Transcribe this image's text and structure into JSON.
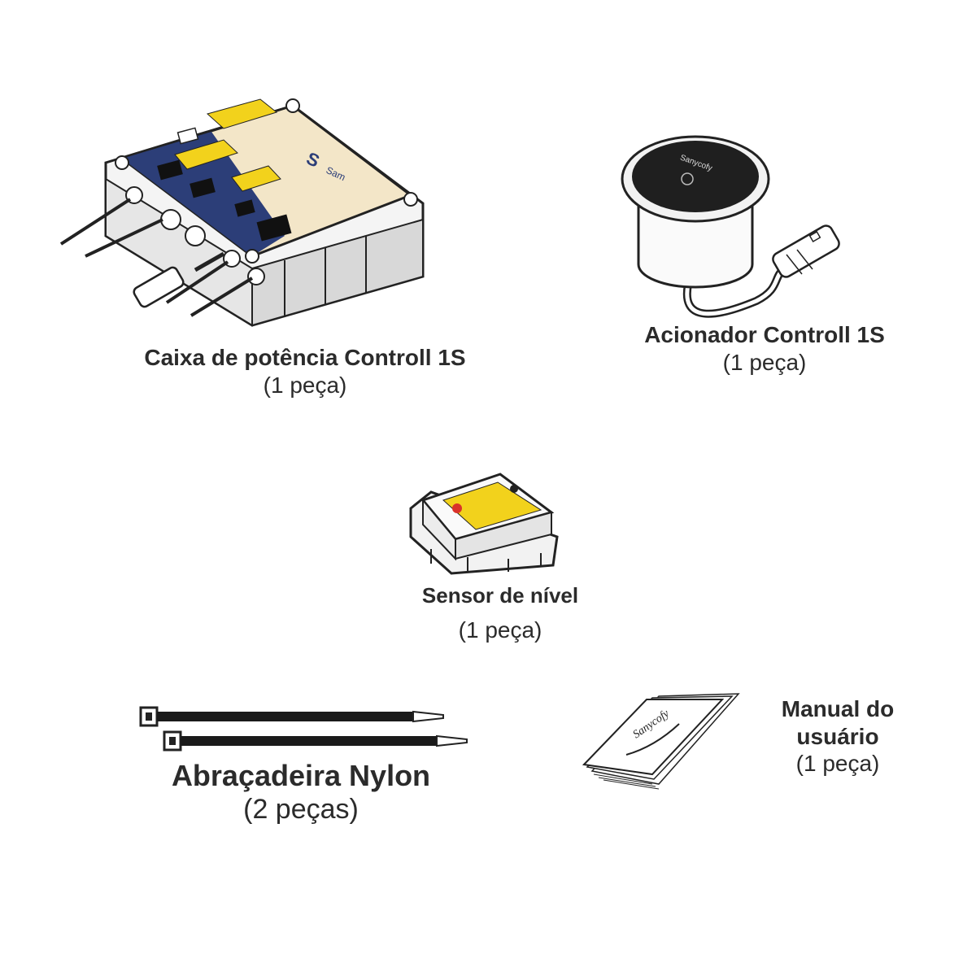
{
  "items": {
    "power_box": {
      "title": "Caixa de potência Controll 1S",
      "qty": "(1 peça)",
      "logo_text": "Sam",
      "colors": {
        "navy": "#2c3e78",
        "cream": "#f3e6c8",
        "yellow": "#f2d21c"
      }
    },
    "actuator": {
      "title": "Acionador Controll 1S",
      "qty": "(1 peça)",
      "logo_text": "Sanycofy"
    },
    "level_sensor": {
      "title": "Sensor de nível",
      "qty": "(1 peça)",
      "colors": {
        "yellow": "#f2d21c",
        "red": "#d9322a"
      }
    },
    "cable_ties": {
      "title": "Abraçadeira Nylon",
      "qty": "(2 peças)"
    },
    "manual": {
      "title_line1": "Manual do",
      "title_line2": "usuário",
      "qty": "(1 peça)",
      "logo_text": "Sanycofy"
    }
  }
}
